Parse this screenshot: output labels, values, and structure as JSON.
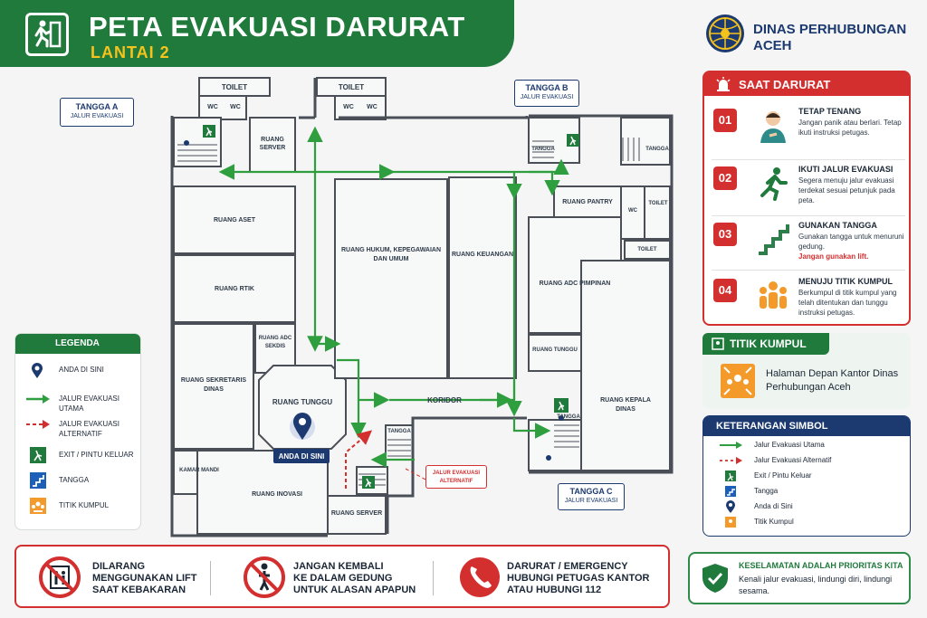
{
  "header": {
    "title": "PETA EVAKUASI DARURAT",
    "subtitle": "LANTAI 2",
    "org_name": "DINAS PERHUBUNGAN ACEH"
  },
  "colors": {
    "primary_green": "#1f7a3c",
    "danger_red": "#d32f2f",
    "navy": "#1c3a70",
    "accent_yellow": "#f6c21c",
    "assembly_orange": "#f39a2a"
  },
  "emergency": {
    "title": "SAAT DARURAT",
    "steps": [
      {
        "num": "01",
        "title": "TETAP TENANG",
        "desc": "Jangan panik atau berlari. Tetap ikuti instruksi petugas.",
        "icon": "calm-person-icon"
      },
      {
        "num": "02",
        "title": "IKUTI JALUR EVAKUASI",
        "desc": "Segera menuju jalur evakuasi terdekat sesuai petunjuk pada peta.",
        "icon": "running-person-icon"
      },
      {
        "num": "03",
        "title": "GUNAKAN TANGGA",
        "desc": "Gunakan tangga untuk menuruni gedung.",
        "warning": "Jangan gunakan lift.",
        "icon": "stairs-icon"
      },
      {
        "num": "04",
        "title": "MENUJU TITIK KUMPUL",
        "desc": "Berkumpul di titik kumpul yang telah ditentukan dan tunggu instruksi petugas.",
        "icon": "group-icon"
      }
    ]
  },
  "assembly": {
    "title": "TITIK KUMPUL",
    "text": "Halaman Depan Kantor Dinas Perhubungan Aceh"
  },
  "symbols": {
    "title": "KETERANGAN SIMBOL",
    "items": [
      "Jalur Evakuasi Utama",
      "Jalur Evakuasi Alternatif",
      "Exit / Pintu Keluar",
      "Tangga",
      "Anda di Sini",
      "Titik Kumpul"
    ]
  },
  "legend": {
    "title": "LEGENDA",
    "items": [
      "ANDA DI SINI",
      "JALUR EVAKUASI UTAMA",
      "JALUR EVAKUASI ALTERNATIF",
      "EXIT / PINTU KELUAR",
      "TANGGA",
      "TITIK KUMPUL"
    ]
  },
  "warnings": [
    {
      "text": "DILARANG MENGGUNAKAN LIFT SAAT KEBAKARAN",
      "l1": "DILARANG",
      "l2": "MENGGUNAKAN LIFT",
      "l3": "SAAT KEBAKARAN",
      "icon": "no-lift-icon"
    },
    {
      "text": "JANGAN KEMBALI KE DALAM GEDUNG UNTUK ALASAN APAPUN",
      "l1": "JANGAN KEMBALI",
      "l2": "KE DALAM GEDUNG",
      "l3": "UNTUK ALASAN APAPUN",
      "icon": "no-entry-person-icon"
    },
    {
      "text": "DARURAT / EMERGENCY HUBUNGI PETUGAS KANTOR ATAU HUBUNGI 112",
      "l1": "DARURAT / EMERGENCY",
      "l2": "HUBUNGI PETUGAS KANTOR",
      "l3": "ATAU HUBUNGI 112",
      "icon": "phone-icon"
    }
  ],
  "safety": {
    "title": "KESELAMATAN ADALAH PRIORITAS KITA",
    "text": "Kenali jalur evakuasi, lindungi diri, lindungi sesama."
  },
  "map": {
    "rooms": {
      "toilet_1": "TOILET",
      "toilet_2": "TOILET",
      "toilet_3": "TOILET",
      "toilet_4": "TOILET",
      "wc": "WC",
      "server_1": "RUANG SERVER",
      "aset": "RUANG ASET",
      "rtik": "RUANG RTIK",
      "adc_sekdis": "RUANG ADC SEKDIS",
      "sekretaris": "RUANG SEKRETARIS DINAS",
      "tunggu_1": "RUANG TUNGGU",
      "kamar_mandi": "KAMAR MANDI",
      "inovasi": "RUANG INOVASI",
      "hukum": "RUANG HUKUM, KEPEGAWAIAN DAN UMUM",
      "keuangan": "RUANG KEUANGAN",
      "koridor": "KORIDOR",
      "pantry": "RUANG PANTRY",
      "adc_pimpinan": "RUANG ADC PIMPINAN",
      "tunggu_2": "RUANG TUNGGU",
      "kepala": "RUANG KEPALA DINAS",
      "server_2": "RUANG SERVER",
      "tangga": "TANGGA"
    },
    "stairs": [
      {
        "name": "TANGGA A",
        "sub": "JALUR EVAKUASI"
      },
      {
        "name": "TANGGA B",
        "sub": "JALUR EVAKUASI"
      },
      {
        "name": "TANGGA C",
        "sub": "JALUR EVAKUASI"
      }
    ],
    "you_are_here": "ANDA DI SINI",
    "alt_route_note": "JALUR EVAKUASI ALTERNATIF"
  }
}
